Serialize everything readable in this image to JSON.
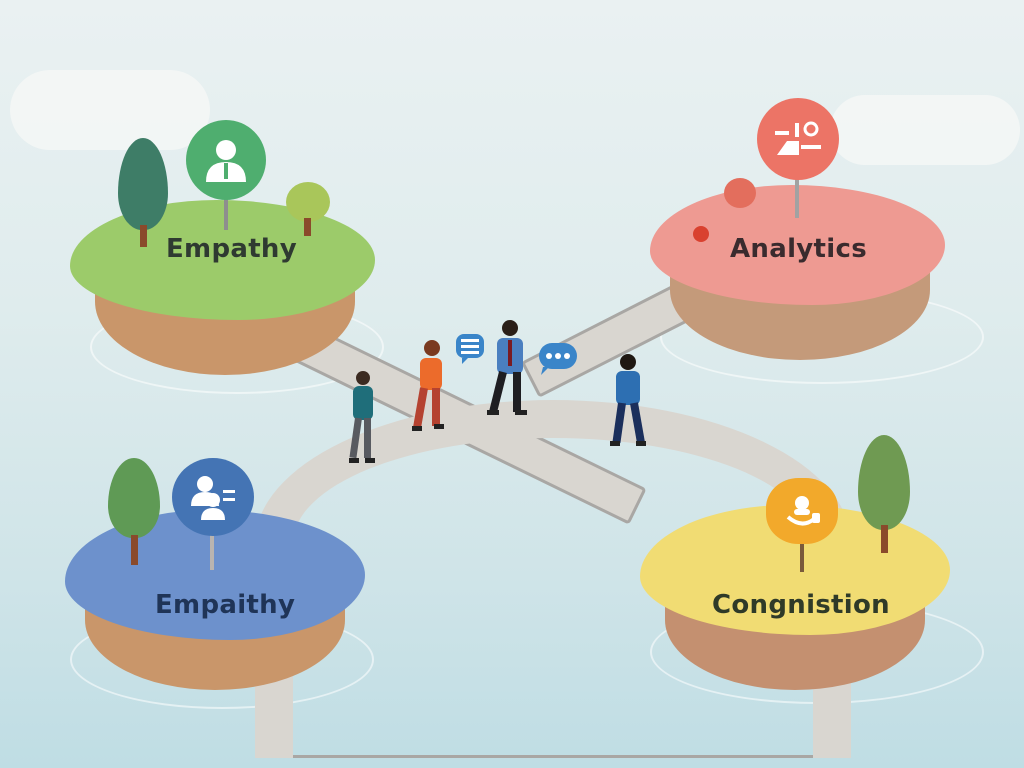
{
  "scene": {
    "description": "Watercolor-style illustration of four floating islands connected by stone bridges, with people walking and chatting on the central arch bridge",
    "colors": {
      "water": "#cfe4e8",
      "bridge": "#d9d6d0",
      "chat_bubble": "#3a85c9"
    }
  },
  "islands": [
    {
      "id": "top-left",
      "label": "Empathy",
      "color": "#9ccb6a",
      "icon": "person-icon",
      "icon_color": "#4fae6f"
    },
    {
      "id": "top-right",
      "label": "Analytics",
      "color": "#ee9a92",
      "icon": "analytics-chart-icon",
      "icon_color": "#ec7466"
    },
    {
      "id": "bottom-left",
      "label": "Empaithy",
      "color": "#6d91cc",
      "icon": "users-icon",
      "icon_color": "#4474b4"
    },
    {
      "id": "bottom-right",
      "label": "Congnistion",
      "color": "#f1dc73",
      "icon": "user-cloud-icon",
      "icon_color": "#f2a92b"
    }
  ],
  "people": [
    {
      "id": "man-teal",
      "shirt": "#1f6e7a"
    },
    {
      "id": "woman-orange",
      "shirt": "#ec6b2b"
    },
    {
      "id": "man-suit",
      "shirt": "#4a7fc0"
    },
    {
      "id": "man-blue",
      "shirt": "#2d6fb2"
    }
  ],
  "speech_bubbles": [
    {
      "id": "text-lines-bubble",
      "icon": "message-lines-icon"
    },
    {
      "id": "dots-bubble",
      "icon": "message-dots-icon"
    }
  ]
}
